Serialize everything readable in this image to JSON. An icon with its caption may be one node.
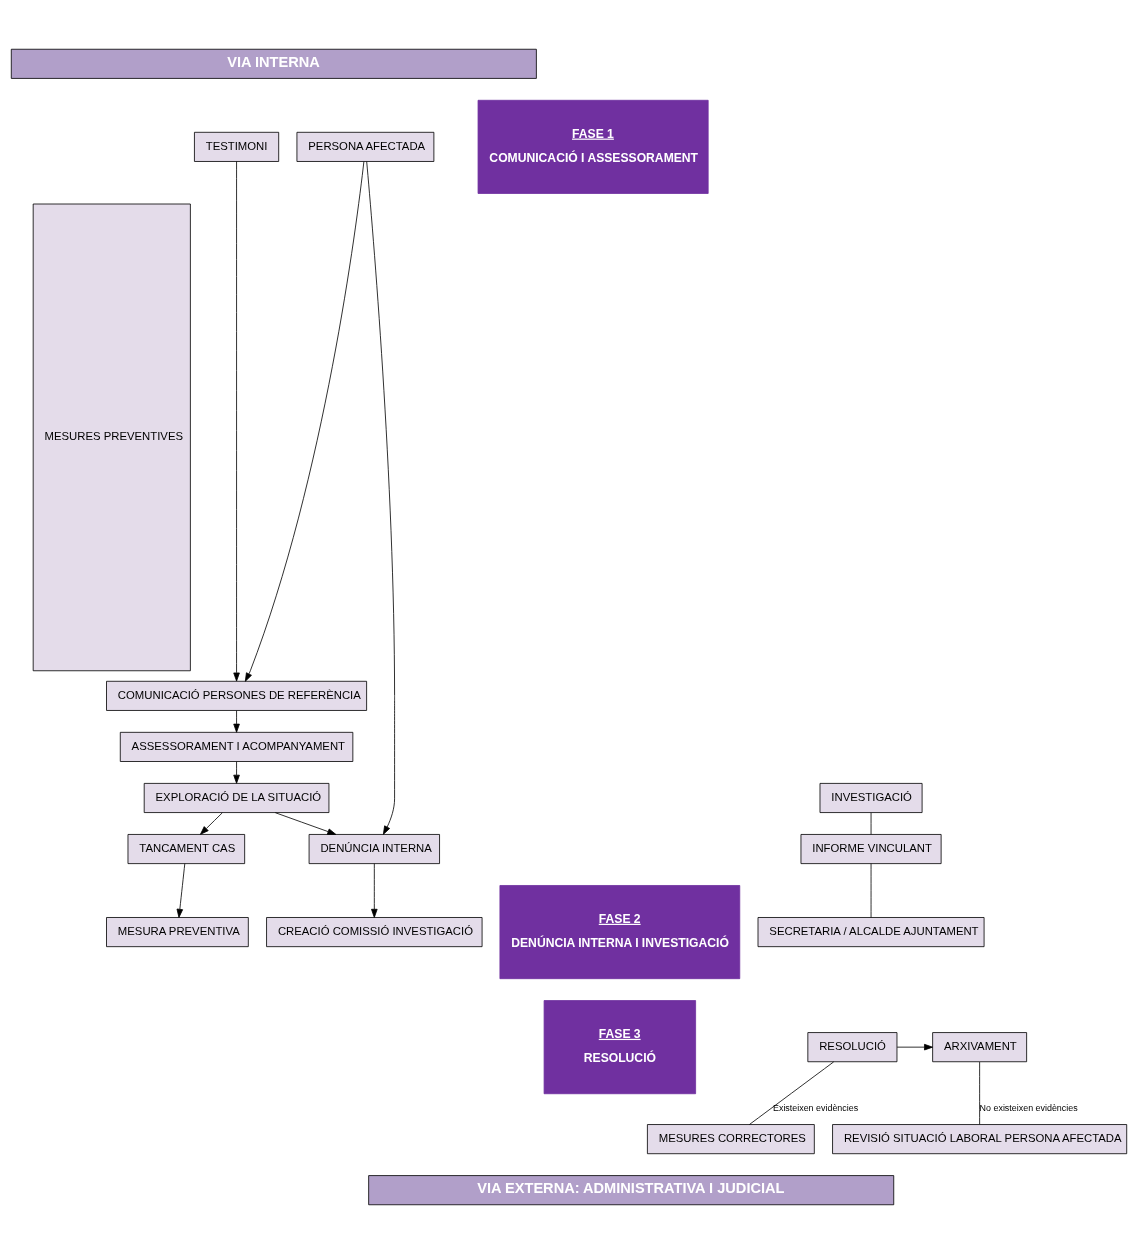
{
  "diagram": {
    "nodes": [
      {
        "text": [
          "VIA INTERNA"
        ]
      },
      {
        "text": [
          "MESURES PREVENTIVES"
        ]
      },
      {
        "text": [
          "TESTIMONI"
        ]
      },
      {
        "text": [
          "PERSONA AFECTADA"
        ]
      },
      {
        "text": [
          "COMUNICACIÓ PERSONES DE REFERÈNCIA"
        ]
      },
      {
        "text": [
          "ASSESSORAMENT I ACOMPANYAMENT"
        ]
      },
      {
        "text": [
          "EXPLORACIÓ DE LA SITUACIÓ"
        ]
      },
      {
        "text": [
          "TANCAMENT CAS"
        ]
      },
      {
        "text": [
          "DENÚNCIA INTERNA"
        ]
      },
      {
        "text": [
          "MESURA PREVENTIVA"
        ]
      },
      {
        "text": [
          "CREACIÓ COMISSIÓ INVESTIGACIÓ"
        ]
      },
      {
        "text": [
          "INVESTIGACIÓ"
        ]
      },
      {
        "text": [
          "INFORME VINCULANT"
        ]
      },
      {
        "text": [
          "SECRETARIA / ALCALDE AJUNTAMENT"
        ]
      },
      {
        "text": [
          "ARXIVAMENT"
        ]
      },
      {
        "text": [
          "RESOLUCIÓ"
        ]
      },
      {
        "text": [
          "REVISIÓ SITUACIÓ LABORAL PERSONA AFECTADA"
        ]
      },
      {
        "text": [
          "MESURES CORRECTORES"
        ]
      },
      {
        "text": [
          "FASE 1",
          "COMUNICACIÓ I ASSESSORAMENT"
        ]
      },
      {
        "text": [
          "FASE 2",
          "DENÚNCIA INTERNA I INVESTIGACIÓ"
        ]
      },
      {
        "text": [
          "FASE 3",
          "RESOLUCIÓ"
        ]
      },
      {
        "text": [
          "VIA EXTERNA: ADMINISTRATIVA I JUDICIAL"
        ]
      }
    ],
    "edges": [
      {
        "from": 2,
        "to": 4,
        "arrow": "to"
      },
      {
        "from": 3,
        "to": 4,
        "arrow": "to"
      },
      {
        "from": 4,
        "to": 5,
        "arrow": "to"
      },
      {
        "from": 5,
        "to": 6,
        "arrow": "to"
      },
      {
        "from": 6,
        "to": 7,
        "arrow": "to"
      },
      {
        "from": 6,
        "to": 8,
        "arrow": "to"
      },
      {
        "from": 3,
        "to": 8,
        "arrow": "to"
      },
      {
        "from": 7,
        "to": 9,
        "arrow": "to"
      },
      {
        "from": 8,
        "to": 10,
        "arrow": "to"
      },
      {
        "from": 11,
        "to": 12,
        "arrow": "none"
      },
      {
        "from": 12,
        "to": 13,
        "arrow": "none"
      },
      {
        "from": 15,
        "to": 14,
        "arrow": "to"
      },
      {
        "from": 14,
        "to": 16,
        "arrow": "none",
        "label": "No existeixen evidències"
      },
      {
        "from": 15,
        "to": 17,
        "arrow": "none",
        "label": "Existeixen evidències"
      }
    ]
  }
}
